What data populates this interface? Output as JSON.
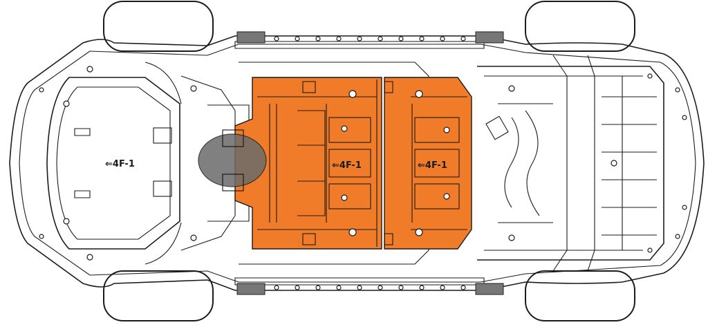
{
  "diagram": {
    "labels": [
      {
        "id": "front",
        "text": "⇐4F-1"
      },
      {
        "id": "mid",
        "text": "⇐4F-1"
      },
      {
        "id": "rear",
        "text": "⇐4F-1"
      }
    ],
    "colors": {
      "highlight": "#f07c2a",
      "marker": "#6b6b6b",
      "pad": "#777777",
      "line": "#1a1a1a"
    },
    "icons": [
      "under-cover-panel",
      "jack-point-pad",
      "tire",
      "marker-ellipse"
    ]
  }
}
